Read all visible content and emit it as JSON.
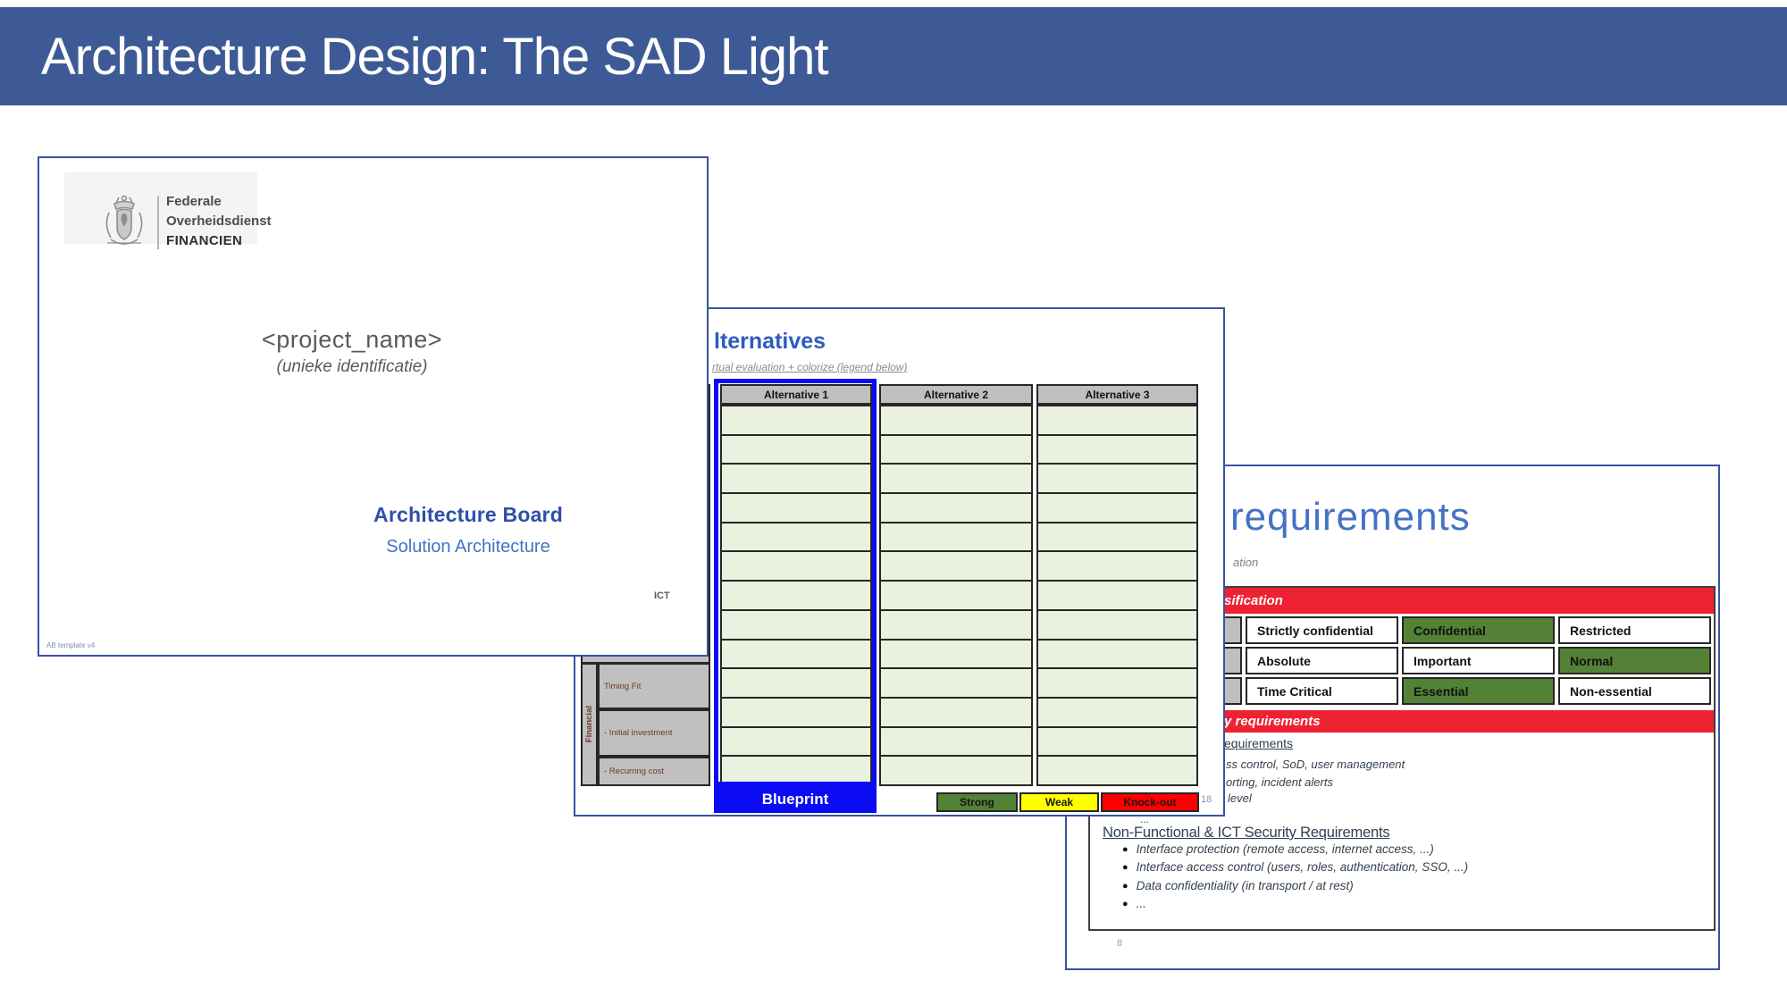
{
  "header": {
    "title": "Architecture Design: The SAD Light"
  },
  "slide1": {
    "logo": {
      "line1": "Federale",
      "line2": "Overheidsdienst",
      "line3": "FINANCIEN"
    },
    "project_name": "<project_name>",
    "project_subtitle": "(unieke identificatie)",
    "board_title": "Architecture Board",
    "board_subtitle": "Solution Architecture",
    "ict_label": "ICT",
    "footer": "AB template  v4"
  },
  "slide2": {
    "title": "lternatives",
    "subtitle": "rtual evaluation + colorize (legend below)",
    "table": {
      "headers": [
        "Alternative 1",
        "Alternative 2",
        "Alternative 3"
      ],
      "row_count": 13,
      "row_group_label": "Financial",
      "row_labels": [
        "Timing Fit",
        "- Initial investment",
        "- Recurring cost"
      ]
    },
    "blueprint_label": "Blueprint",
    "legend": [
      {
        "label": "Strong",
        "color": "#538135",
        "width": 91
      },
      {
        "label": "Weak",
        "color": "#ffff00",
        "width": 89
      },
      {
        "label": "Knock-out",
        "color": "#ff0000",
        "width": 110
      }
    ],
    "page_number": "18"
  },
  "slide3": {
    "title": "requirements",
    "subtitle": "ation",
    "banner1": "sification",
    "banner2": "y requirements",
    "classification_table": {
      "rows": [
        [
          {
            "label": "Strictly confidential",
            "highlight": false
          },
          {
            "label": "Confidential",
            "highlight": true
          },
          {
            "label": "Restricted",
            "highlight": false
          }
        ],
        [
          {
            "label": "Absolute",
            "highlight": false
          },
          {
            "label": "Important",
            "highlight": false
          },
          {
            "label": "Normal",
            "highlight": true
          }
        ],
        [
          {
            "label": "Time Critical",
            "highlight": false
          },
          {
            "label": "Essential",
            "highlight": true
          },
          {
            "label": "Non-essential",
            "highlight": false
          }
        ]
      ]
    },
    "fragments": {
      "heading": "equirements",
      "lines": [
        "ss control, SoD, user management",
        "orting, incident alerts",
        "level"
      ],
      "ellipsis": "..."
    },
    "nonfunctional": {
      "heading": "Non-Functional & ICT Security Requirements",
      "bullets": [
        "Interface protection (remote access, internet access, ...)",
        "Interface access control (users, roles, authentication, SSO, ...)",
        "Data confidentiality (in transport / at rest)",
        "..."
      ]
    },
    "page_number": "8"
  },
  "colors": {
    "banner_bg": "#3d5a96",
    "slide_border": "#35549f",
    "highlight_blue": "#0b0cf2",
    "cell_green": "#eaf1de",
    "header_gray": "#bfbfbf",
    "banner_red": "#ee2233",
    "classification_green": "#538135",
    "title_blue": "#4472c4"
  }
}
